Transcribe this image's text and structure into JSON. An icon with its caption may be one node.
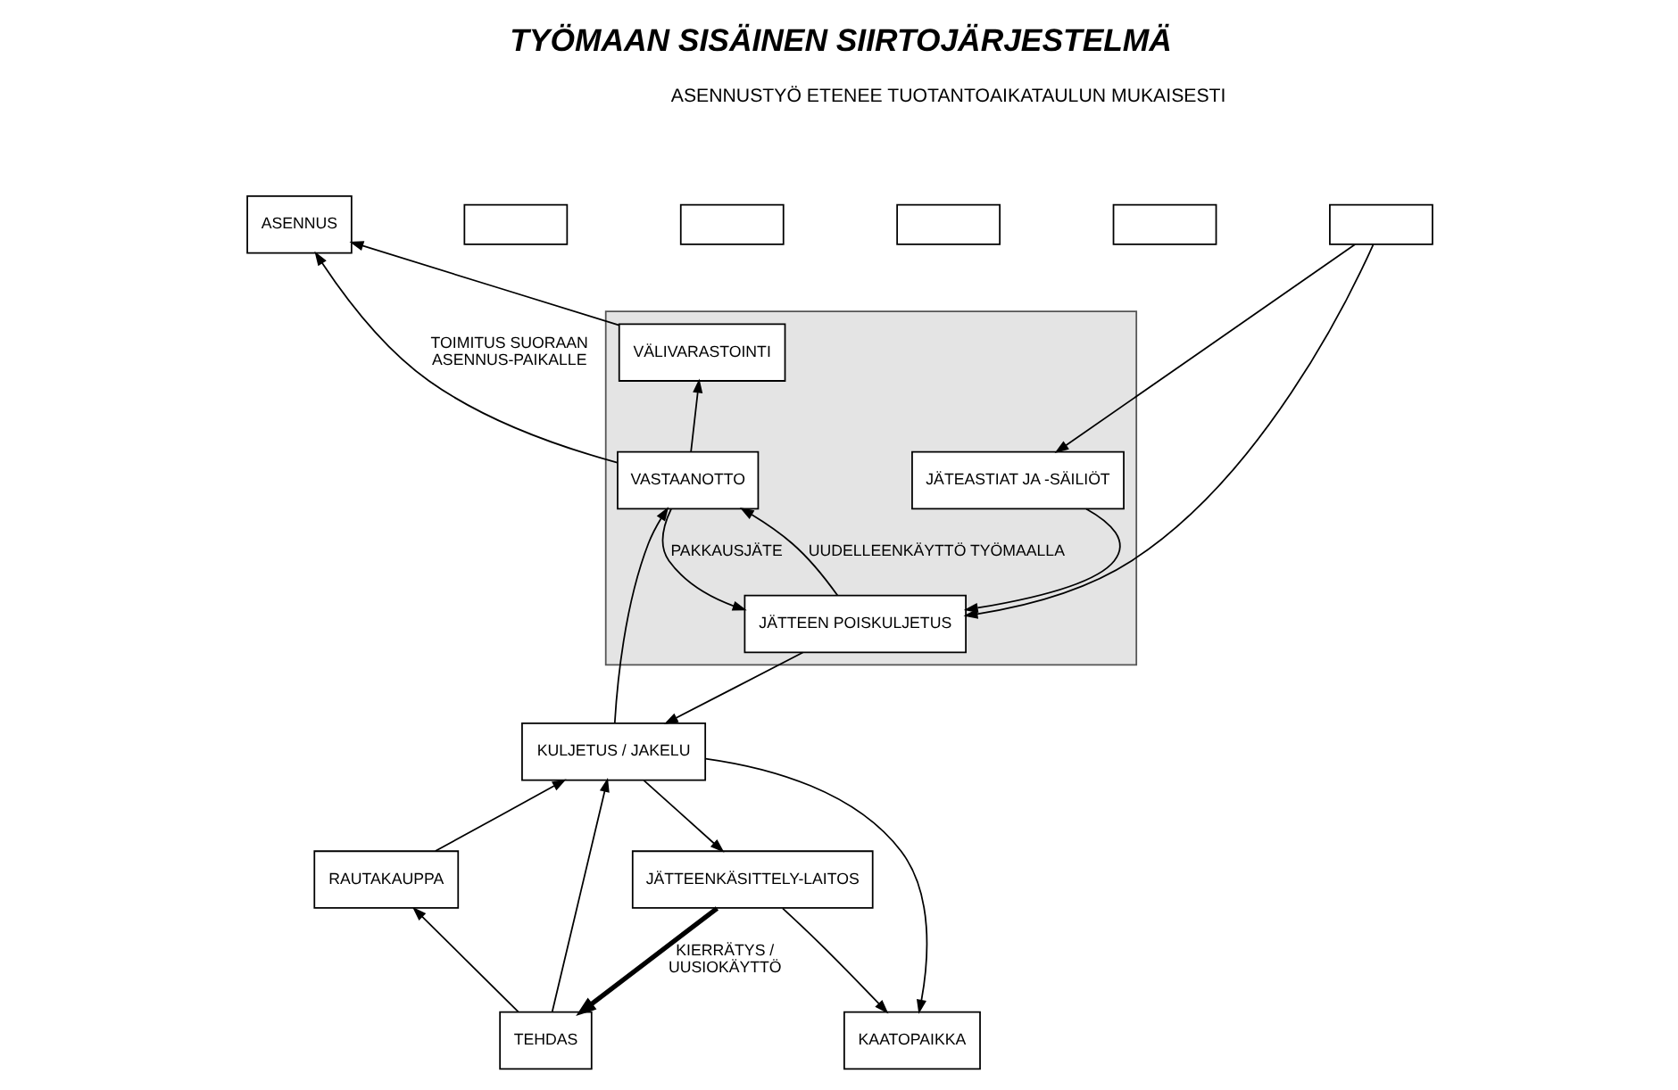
{
  "diagram": {
    "title": "TYÖMAAN SISÄINEN SIIRTOJÄRJESTELMÄ",
    "nodes": [
      {
        "text": [],
        "shape": "box"
      },
      {
        "text": [
          "ASENNUS"
        ]
      },
      {
        "text": [],
        "shape": "box"
      },
      {
        "text": [],
        "shape": "box"
      },
      {
        "text": [],
        "shape": "box"
      },
      {
        "text": [],
        "shape": "box"
      },
      {
        "text": [],
        "shape": "box"
      },
      {
        "text": [
          "VÄLIVARASTOINTI"
        ],
        "in": 0
      },
      {
        "text": [
          "JÄTEASTIAT JA -SÄILIÖT"
        ],
        "in": 0
      },
      {
        "text": [
          "VASTAANOTTO"
        ],
        "in": 0
      },
      {
        "text": [
          "JÄTTEEN POISKULJETUS"
        ],
        "in": 0
      },
      {
        "text": [
          "KULJETUS / JAKELU"
        ]
      },
      {
        "text": [
          "RAUTAKAUPPA"
        ]
      },
      {
        "text": [
          "JÄTTEENKÄSITTELY-LAITOS"
        ]
      },
      {
        "text": [
          "TEHDAS"
        ]
      },
      {
        "text": [
          "KAATOPAIKKA"
        ]
      }
    ],
    "edges": [
      {
        "from": 7,
        "to": 1,
        "arrow": "to"
      },
      {
        "from": 9,
        "to": 7,
        "arrow": "to"
      },
      {
        "from": 9,
        "to": 1,
        "arrow": "to",
        "label": "TOIMITUS SUORAAN ASENNUS-PAIKALLE"
      },
      {
        "from": 6,
        "to": 8,
        "arrow": "to"
      },
      {
        "from": 6,
        "to": 10,
        "arrow": "to"
      },
      {
        "from": 8,
        "to": 10,
        "arrow": "to"
      },
      {
        "from": 9,
        "to": 10,
        "arrow": "to",
        "label": "PAKKAUSJÄTE"
      },
      {
        "from": 10,
        "to": 9,
        "arrow": "to",
        "label": "UUDELLEENKÄYTTÖ TYÖMAALLA"
      },
      {
        "from": 10,
        "to": 11,
        "arrow": "to"
      },
      {
        "from": 11,
        "to": 9,
        "arrow": "to"
      },
      {
        "from": 14,
        "to": 11,
        "arrow": "to"
      },
      {
        "from": 12,
        "to": 11,
        "arrow": "to"
      },
      {
        "from": 14,
        "to": 12,
        "arrow": "to"
      },
      {
        "from": 11,
        "to": 13,
        "arrow": "to"
      },
      {
        "from": 11,
        "to": 15,
        "arrow": "to"
      },
      {
        "from": 13,
        "to": 15,
        "arrow": "to"
      },
      {
        "from": 13,
        "to": 14,
        "arrow": "to",
        "label": "KIERRÄTYS / UUSIOKÄYTTÖ",
        "style": "thick"
      }
    ],
    "labels": [
      "ASENNUSTYÖ ETENEE TUOTANTOAIKATAULUN MUKAISESTI"
    ]
  }
}
